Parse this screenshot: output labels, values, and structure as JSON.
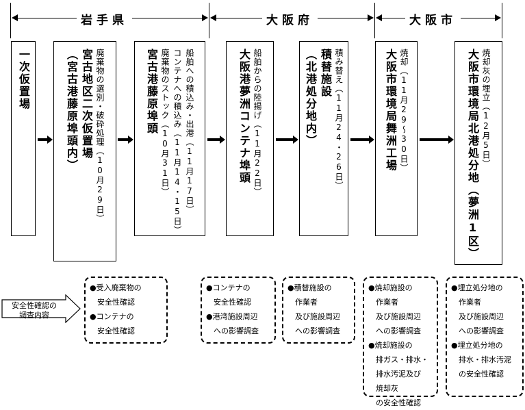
{
  "regions": {
    "iwate": "岩手県",
    "osaka_pref": "大阪府",
    "osaka_city": "大阪市"
  },
  "boxes": [
    {
      "small": [],
      "big": [
        "一次仮置場"
      ]
    },
    {
      "small": [
        "廃棄物の選別・破砕処理（10月29日）"
      ],
      "big": [
        "宮古地区二次仮置場",
        "（宮古港藤原埠頭内）"
      ]
    },
    {
      "small": [
        "船舶への積込み・出港（11月17日）",
        "コンテナへの積込み（11月14・15日）",
        "廃棄物のストック（10月31日）"
      ],
      "big": [
        "宮古港藤原埠頭"
      ]
    },
    {
      "small": [
        "船舶からの陸揚げ（11月22日）"
      ],
      "big": [
        "大阪港夢洲コンテナ埠頭"
      ]
    },
    {
      "small": [
        "積み替え（11月24・26日）"
      ],
      "big": [
        "積替施設",
        "（北港処分地内）"
      ]
    },
    {
      "small": [
        "焼却（11月29～30日）"
      ],
      "big": [
        "大阪市環境局舞洲工場"
      ]
    },
    {
      "small": [
        "焼却灰の埋立（12月5日）"
      ],
      "big": [
        "大阪市環境局北港処分地（夢洲1区）"
      ]
    }
  ],
  "callout": "安全性確認の\n調査内容",
  "notes": [
    [
      "●受入廃棄物の\n　安全性確認",
      "●コンテナの\n　安全性確認"
    ],
    [
      "●コンテナの\n　安全性確認",
      "●港湾施設周辺\n　への影響調査"
    ],
    [
      "●積替施設の\n　作業者\n　及び施設周辺\n　への影響調査"
    ],
    [
      "●焼却施設の\n　作業者\n　及び施設周辺\n　への影響調査",
      "●焼却施設の\n　排ガス・排水・\n　排水汚泥及び\n　焼却灰\n　の安全性確認"
    ],
    [
      "●埋立処分地の\n　作業者\n　及び施設周辺\n　への影響調査",
      "●埋立処分地の\n　排水・排水汚泥\n　の安全性確認"
    ]
  ]
}
